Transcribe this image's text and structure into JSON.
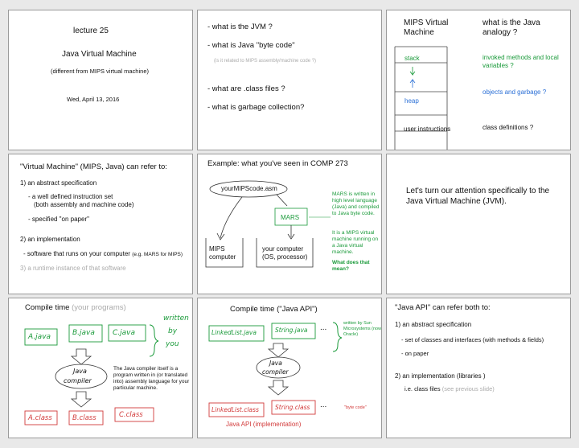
{
  "s1": {
    "lecture": "lecture 25",
    "title": "Java Virtual Machine",
    "subtitle": "(different from MIPS virtual machine)",
    "date": "Wed,  April 13,  2016"
  },
  "s2": {
    "b1": "-   what is the JVM ?",
    "b2": "-   what is Java \"byte code\"",
    "note": "(is it related to MIPS assembly/machine code ?)",
    "b3": "-   what are  .class files ?",
    "b4": "-   what is garbage collection?"
  },
  "s3": {
    "h1a": "MIPS Virtual",
    "h1b": "Machine",
    "h2a": "what is the Java",
    "h2b": "analogy ?",
    "stack": "stack",
    "heap": "heap",
    "user": "user instructions",
    "n1": "invoked methods and local variables  ?",
    "n2": "objects and garbage ?",
    "n3": "class definitions ?"
  },
  "s4": {
    "title": "\"Virtual Machine\" (MIPS, Java) can refer to:",
    "l1": "1)  an abstract specification",
    "l2a": "-  a well defined instruction set",
    "l2b": "(both assembly and machine code)",
    "l3": "-  specified \"on paper\"",
    "l4": "2)  an implementation",
    "l5a": "- software that runs on your computer",
    "l5b": "(e.g. MARS for MIPS)",
    "l6": "3)  a runtime instance  of that software"
  },
  "s5": {
    "title": "Example:   what you've seen in COMP 273",
    "file": "yourMIPScode.asm",
    "mars": "MARS",
    "mips1": "MIPS",
    "mips2": "computer",
    "yc1": "your computer",
    "yc2": "(OS,  processor)",
    "g1": "MARS is written in high level language (Java) and compiled to Java byte code.",
    "g2": "It is a MIPS virtual machine running on a Java virtual machine.",
    "g3": "What does that mean?"
  },
  "s6": {
    "text": "Let's turn our attention specifically to the Java Virtual Machine (JVM)."
  },
  "s7": {
    "title": "Compile time",
    "title_gray": "(your programs)",
    "f1": "A.java",
    "f2": "B.java",
    "f3": "C.java",
    "written1": "written",
    "written2": "by",
    "written3": "you",
    "compiler1": "Java",
    "compiler2": "compiler",
    "desc": "The Java compiler itself is a program written in (or translated into) assembly language for your particular machine.",
    "o1": "A.class",
    "o2": "B.class",
    "o3": "C.class"
  },
  "s8": {
    "title": "Compile time  (\"Java API\")",
    "f1": "LinkedList.java",
    "f2": "String.java",
    "dots1": "...",
    "wsun": "written by Sun Microsystems (now Oracle)",
    "compiler1": "Java",
    "compiler2": "compiler",
    "o1": "LinkedList.class",
    "o2": "String.class",
    "dots2": "...",
    "bytecode": "\"byte code\"",
    "impl": "Java API (implementation)"
  },
  "s9": {
    "title": "\"Java API\"  can refer both to:",
    "l1": "1)  an abstract specification",
    "l2": "-  set of classes and interfaces  (with methods & fields)",
    "l3": "-  on paper",
    "l4": "2)  an implementation  (libraries )",
    "l5": "i.e.  class files",
    "l5g": "(see previous slide)"
  }
}
